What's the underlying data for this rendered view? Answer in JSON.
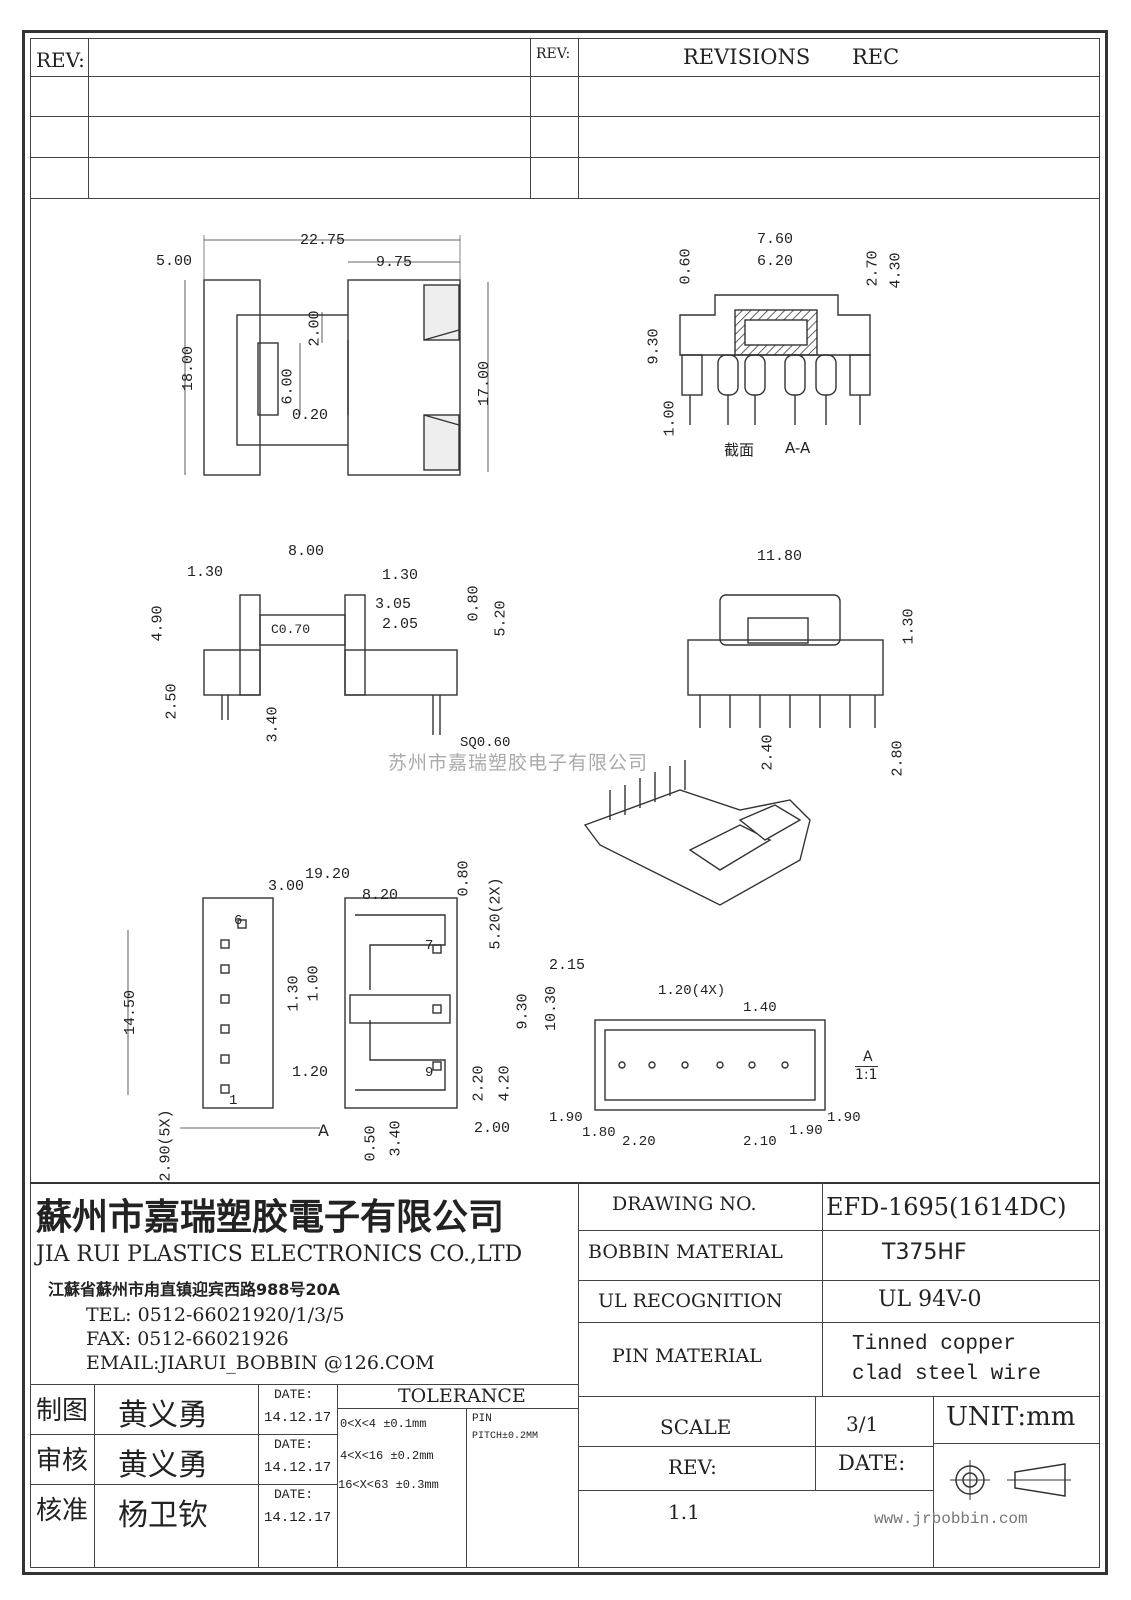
{
  "revision_block": {
    "rev_label_left": "REV:",
    "rev_label_right": "REV:",
    "revisions_header": "REVISIONS",
    "rec_header": "REC"
  },
  "drawing": {
    "top_view_dims": [
      "22.75",
      "5.00",
      "9.75",
      "18.00",
      "17.00",
      "2.00",
      "6.00",
      "0.20"
    ],
    "section_view_dims": [
      "7.60",
      "6.20",
      "0.60",
      "2.70",
      "4.30",
      "9.30",
      "1.00"
    ],
    "section_label": "截面",
    "section_id": "A-A",
    "side_view_dims": [
      "8.00",
      "1.30",
      "1.30",
      "3.05",
      "0.80",
      "2.05",
      "5.20",
      "4.90",
      "C0.70",
      "2.50",
      "3.40",
      "SQ0.60"
    ],
    "end_view_dims": [
      "11.80",
      "1.30",
      "2.40",
      "2.80"
    ],
    "bottom_view_dims": [
      "19.20",
      "3.00",
      "8.20",
      "0.80",
      "5.20(2X)",
      "2.15",
      "14.50",
      "1.30",
      "1.00",
      "9.30",
      "10.30",
      "1.20",
      "2.20",
      "4.20",
      "2.90(5X)",
      "0.50",
      "3.40",
      "2.00"
    ],
    "bottom_view_section_mark": "A",
    "pin_labels": [
      "6",
      "1",
      "7",
      "9"
    ],
    "pin_view_dims": [
      "1.20(4X)",
      "1.40",
      "1.90",
      "1.80",
      "2.20",
      "2.10",
      "1.90",
      "1.90"
    ],
    "view_a_label": "A",
    "view_a_scale": "1:1",
    "watermark_text": "苏州市嘉瑞塑胶电子有限公司",
    "stamp_text": "苏州市嘉瑞塑胶电子有限公司"
  },
  "title_block": {
    "company_cn": "蘇州市嘉瑞塑胶電子有限公司",
    "company_en": "JIA RUI PLASTICS ELECTRONICS CO.,LTD",
    "address": "江蘇省蘇州市甪直镇迎宾西路988号20A",
    "tel": "TEL: 0512-66021920/1/3/5",
    "fax": "FAX: 0512-66021926",
    "email": "EMAIL:JIARUI_BOBBIN @126.COM",
    "drawing_no_label": "DRAWING NO.",
    "drawing_no": "EFD-1695(1614DC)",
    "bobbin_material_label": "BOBBIN MATERIAL",
    "bobbin_material": "T375HF",
    "ul_label": "UL RECOGNITION",
    "ul_value": "UL 94V-0",
    "pin_material_label": "PIN MATERIAL",
    "pin_material_1": "Tinned copper",
    "pin_material_2": "clad steel wire",
    "scale_label": "SCALE",
    "scale_value": "3/1",
    "unit": "UNIT:mm",
    "rev_label": "REV:",
    "rev_value": "1.1",
    "date_label": "DATE:",
    "website": "www.jrbobbin.com",
    "signoff": [
      {
        "role": "制图",
        "name": "黄义勇",
        "date_label": "DATE:",
        "date": "14.12.17"
      },
      {
        "role": "审核",
        "name": "黄义勇",
        "date_label": "DATE:",
        "date": "14.12.17"
      },
      {
        "role": "核准",
        "name": "杨卫钦",
        "date_label": "DATE:",
        "date": "14.12.17"
      }
    ],
    "tolerance_label": "TOLERANCE",
    "tolerance_rows": [
      "0<X<4 ±0.1mm",
      "4<X<16 ±0.2mm",
      "16<X<63 ±0.3mm"
    ],
    "pin_pitch_1": "PIN",
    "pin_pitch_2": "PITCH±0.2MM"
  }
}
